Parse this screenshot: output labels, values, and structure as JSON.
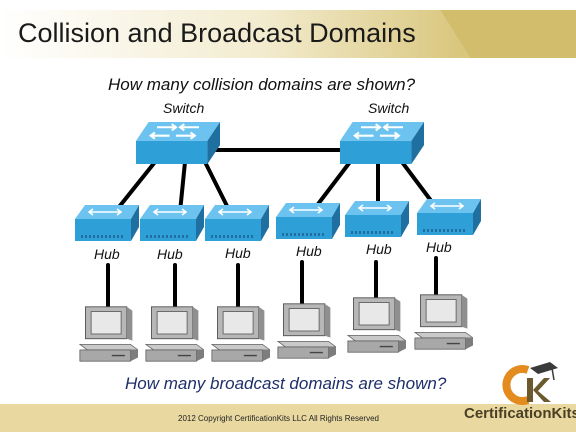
{
  "slide": {
    "title": "Collision and Broadcast Domains",
    "question_top": "How many collision domains are shown?",
    "question_bottom": "How many broadcast domains are shown?",
    "footer": "2012 Copyright CertificationKits LLC All Rights Reserved",
    "brand": "CertificationKits"
  },
  "devices": {
    "switches": [
      "Switch",
      "Switch"
    ],
    "hubs": [
      "Hub",
      "Hub",
      "Hub",
      "Hub",
      "Hub",
      "Hub"
    ]
  },
  "colors": {
    "title_band": "#d8c57a",
    "device_blue": "#2f9fd8",
    "device_dark": "#1f6fa0",
    "link": "#000000",
    "question_bottom": "#1f2f6b",
    "footer_band": "#e9d9a1",
    "logo_orange": "#e38b1e"
  }
}
